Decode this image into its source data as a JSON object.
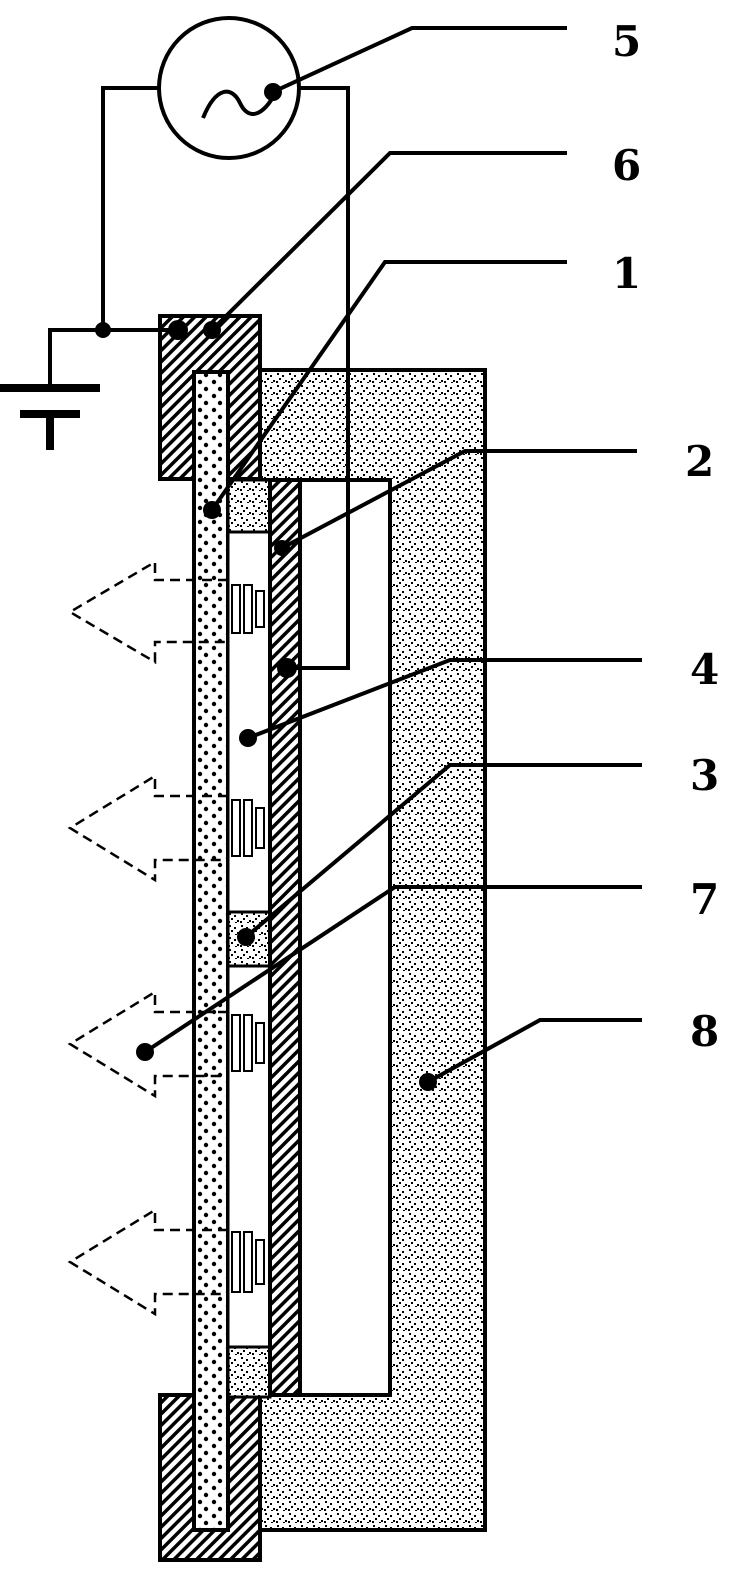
{
  "diagram": {
    "labels": [
      {
        "id": "label-5",
        "text": "5"
      },
      {
        "id": "label-6",
        "text": "6"
      },
      {
        "id": "label-1",
        "text": "1"
      },
      {
        "id": "label-2",
        "text": "2"
      },
      {
        "id": "label-4",
        "text": "4"
      },
      {
        "id": "label-3",
        "text": "3"
      },
      {
        "id": "label-7",
        "text": "7"
      },
      {
        "id": "label-8",
        "text": "8"
      }
    ],
    "components": [
      "ac-power-source-icon",
      "ground-symbol",
      "transparent-electrode-plate",
      "rear-electrode-plate",
      "spacer-block",
      "discharge-gap",
      "hatched-clamp",
      "emitted-light-arrow",
      "dotted-housing"
    ],
    "colors": {
      "line": "#000000",
      "background": "#ffffff"
    }
  }
}
